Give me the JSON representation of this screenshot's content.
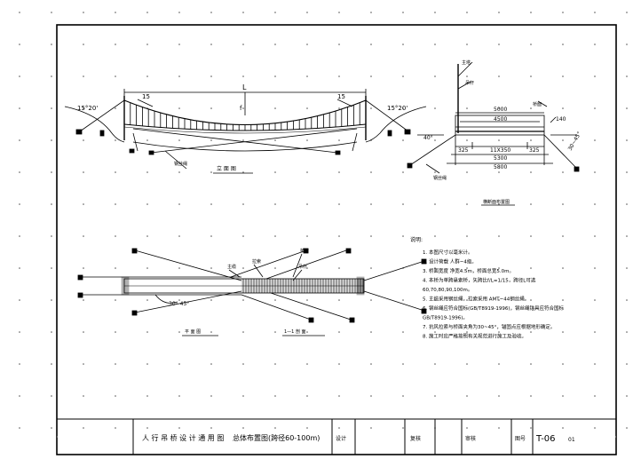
{
  "elevation": {
    "dim_span": "L",
    "slope_left": "15",
    "slope_right": "15",
    "sag_mark": "f",
    "angle_left": "15°20'",
    "angle_right": "15°20'",
    "label_cable": "钢丝绳",
    "caption": "立 面 图"
  },
  "section": {
    "label_tower": "主塔",
    "label_hanger": "吊杆",
    "label_deck": "桥面",
    "dim_5000": "5000",
    "dim_4500": "4500",
    "dim_140": "140",
    "dim_325_left": "325",
    "dim_mid": "11X350",
    "dim_325_right": "325",
    "dim_5300": "5300",
    "dim_5800": "5800",
    "angle_left": "40°",
    "angle_right": "30~45°",
    "label_cable": "钢丝绳",
    "caption": "横断面布置图"
  },
  "plan": {
    "label_a": "主缆",
    "label_b": "拉索",
    "label_c": "桥面",
    "label_d": "吊杆",
    "angle": "30~45°",
    "caption_plan": "平 面 图",
    "caption_section": "1—1 剖 面"
  },
  "notes": {
    "heading": "说明:",
    "lines": [
      "1. 本图尺寸以毫米计。",
      "2. 设计荷载 人群~4级。",
      "3. 桥面宽度 净宽4.5m，桥面总宽5.0m。",
      "4. 本桥为单跨悬索桥，矢跨比f/L=1/15，跨径L可选",
      "   60,70,80,90,100m。",
      "5. 主缆采用钢丝绳，拉索采用 AMT~44钢丝绳。",
      "6. 钢丝绳应符合国标(GB/T8919-1996)，钢丝绳锚具应符合国标",
      "   GB/T8919-1996)。",
      "7. 抗风拉索与桥面夹角为30~45°，锚固点应根据地形确定。",
      "8. 施工时应严格按照有关规范进行施工及验收。"
    ]
  },
  "titleblock": {
    "project": "人 行 吊 桥 设 计 通 用 图",
    "drawing_title": "总体布置图(跨径60-100m)",
    "design": "设计",
    "review": "复核",
    "approve": "审核",
    "drawing_no_label": "图号",
    "drawing_no": "T-06",
    "extra": "01"
  }
}
